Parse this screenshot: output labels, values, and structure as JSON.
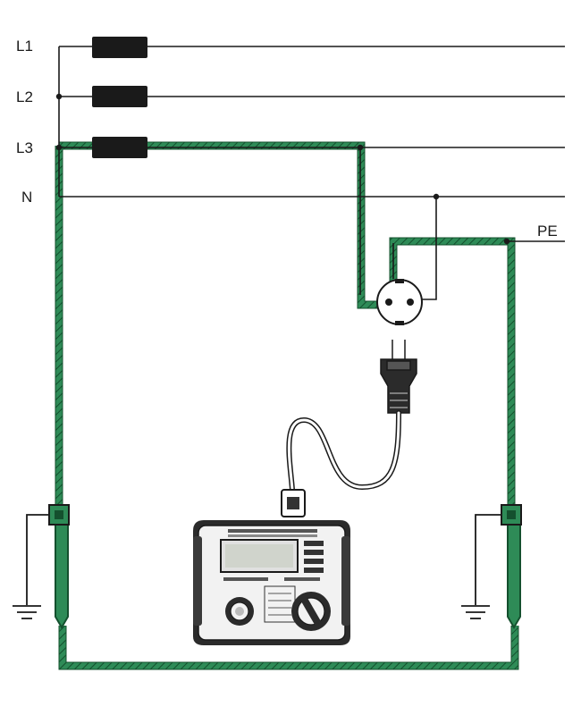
{
  "labels": {
    "l1": "L1",
    "l2": "L2",
    "l3": "L3",
    "n": "N",
    "pe": "PE"
  },
  "colors": {
    "earth_path": "#2e8b57",
    "earth_hatch": "#14502e",
    "wire": "#1a1a1a",
    "fuse": "#1a1a1a",
    "tester_body": "#f2f2f2"
  },
  "icons": {
    "fuse": "fuse-icon",
    "socket": "schuko-socket-icon",
    "plug": "schuko-plug-icon",
    "ground": "ground-symbol-icon",
    "earth_rod": "earth-rod-icon",
    "tester": "loop-tester-device-icon"
  }
}
